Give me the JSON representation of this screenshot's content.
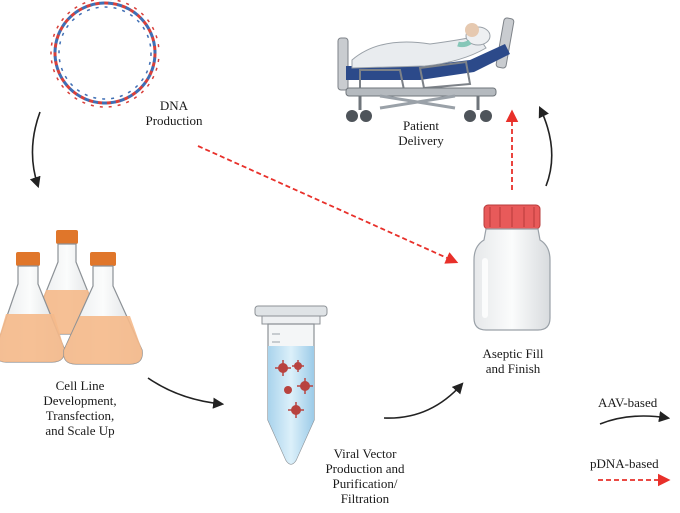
{
  "labels": {
    "dna": [
      "DNA",
      "Production"
    ],
    "patient": [
      "Patient",
      "Delivery"
    ],
    "cell": [
      "Cell Line",
      "Development,",
      "Transfection,",
      "and Scale Up"
    ],
    "viral": [
      "Viral Vector",
      "Production and",
      "Purification/",
      "Filtration"
    ],
    "aseptic": [
      "Aseptic Fill",
      "and Finish"
    ]
  },
  "legend": {
    "aav": "AAV-based",
    "pdna": "pDNA-based"
  },
  "colors": {
    "aav_arrow": "#222222",
    "pdna_arrow": "#e8302a",
    "dna_red": "#d9403a",
    "dna_blue": "#3f6fb5",
    "flask_cap": "#e0762a",
    "flask_liquid": "#f5b98a",
    "bottle_cap": "#e85a5a",
    "tube_liquid": "#bfe0f2",
    "virus": "#b8433f",
    "bed_blue": "#2c4a8a"
  },
  "icons": [
    "plasmid-icon",
    "hospital-bed-icon",
    "flasks-icon",
    "vial-icon",
    "centrifuge-tube-icon"
  ]
}
